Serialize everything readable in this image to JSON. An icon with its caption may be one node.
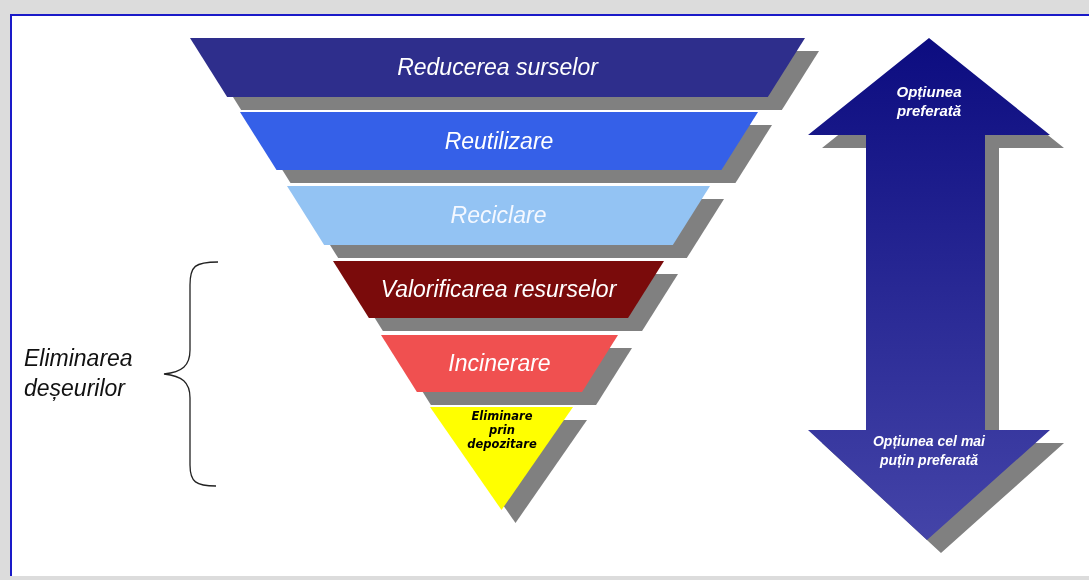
{
  "diagram": {
    "nodes": [
      {
        "text": [
          "Reducerea surselor"
        ]
      },
      {
        "text": [
          "Reutilizare"
        ]
      },
      {
        "text": [
          "Reciclare"
        ]
      },
      {
        "text": [
          "Valorificarea resurselor"
        ]
      },
      {
        "text": [
          "Incinerare"
        ]
      },
      {
        "text": [
          "Eliminare prin depozitare"
        ]
      },
      {
        "text": [
          "Opțiunea preferată",
          "Opțiunea cel mai puțin preferată"
        ]
      }
    ],
    "labels": [
      "Eliminarea deșeurilor"
    ]
  }
}
